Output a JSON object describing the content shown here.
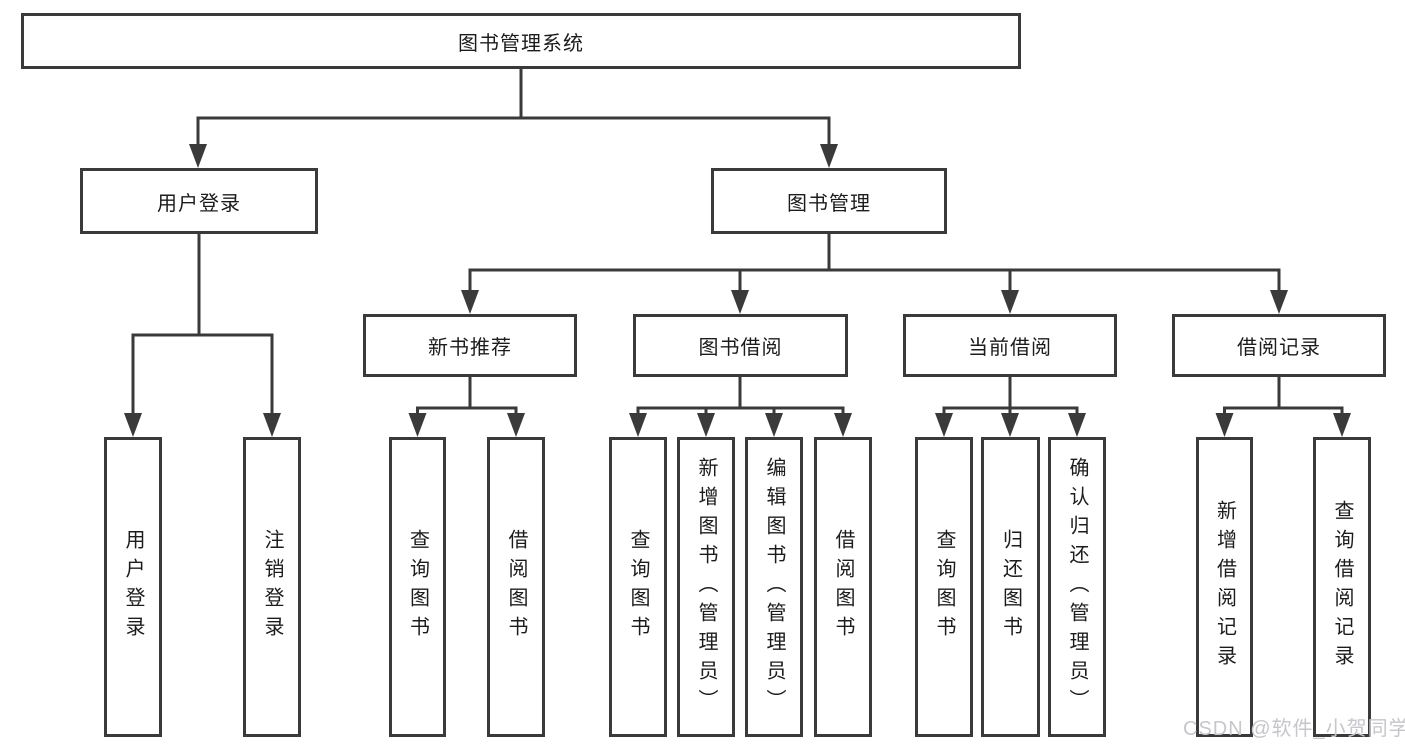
{
  "tree": {
    "root": {
      "label": "图书管理系统"
    },
    "children": [
      {
        "label": "用户登录",
        "children": [
          {
            "label": "用户登录"
          },
          {
            "label": "注销登录"
          }
        ]
      },
      {
        "label": "图书管理",
        "children": [
          {
            "label": "新书推荐",
            "children": [
              {
                "label": "查询图书"
              },
              {
                "label": "借阅图书"
              }
            ]
          },
          {
            "label": "图书借阅",
            "children": [
              {
                "label": "查询图书"
              },
              {
                "label": "新增图书（管理员）"
              },
              {
                "label": "编辑图书（管理员）"
              },
              {
                "label": "借阅图书"
              }
            ]
          },
          {
            "label": "当前借阅",
            "children": [
              {
                "label": "查询图书"
              },
              {
                "label": "归还图书"
              },
              {
                "label": "确认归还（管理员）"
              }
            ]
          },
          {
            "label": "借阅记录",
            "children": [
              {
                "label": "新增借阅记录"
              },
              {
                "label": "查询借阅记录"
              }
            ]
          }
        ]
      }
    ]
  },
  "watermark": "CSDN @软件_小贺同学",
  "colors": {
    "line": "#3a3a3a",
    "text": "#1c1c1c",
    "box_background": "#ffffff",
    "watermark": "#c6c6cb"
  }
}
